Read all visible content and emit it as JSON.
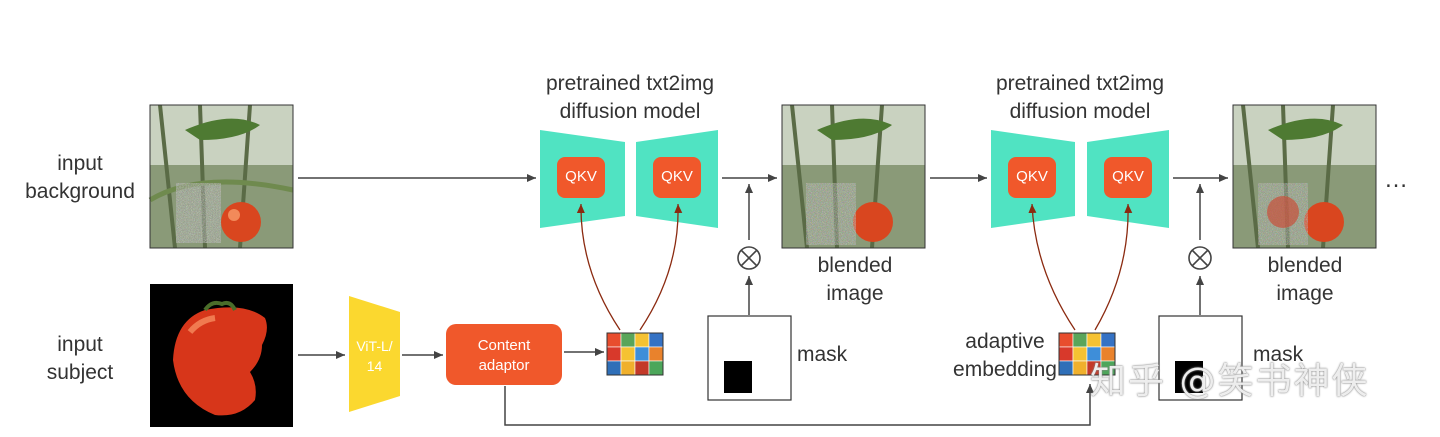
{
  "labels": {
    "input_background": "input\nbackground",
    "input_subject": "input\nsubject",
    "model_1": "pretrained txt2img\ndiffusion model",
    "model_2": "pretrained txt2img\ndiffusion model",
    "qkv": "QKV",
    "vit": "ViT-L/\n14",
    "content_adaptor": "Content\nadaptor",
    "mask": "mask",
    "blended_image": "blended\nimage",
    "adaptive_embedding": "adaptive\nembedding",
    "multiply": "⊗",
    "ellipsis": "…",
    "watermark": "知乎 @笑书神侠"
  },
  "colors": {
    "unet": "#50e3c2",
    "qkv": "#f0582b",
    "vit": "#fbd82f",
    "adaptor": "#f0582b",
    "arc": "#8b2a10",
    "arrow": "#444444",
    "embedding_grid": [
      "#e84d2d",
      "#5aa55a",
      "#f5c232",
      "#3572c4",
      "#d8392b",
      "#f5c232",
      "#3e8ed9",
      "#e9822c",
      "#2f6fb8",
      "#f0b02c",
      "#c33929",
      "#4ca65a"
    ]
  }
}
